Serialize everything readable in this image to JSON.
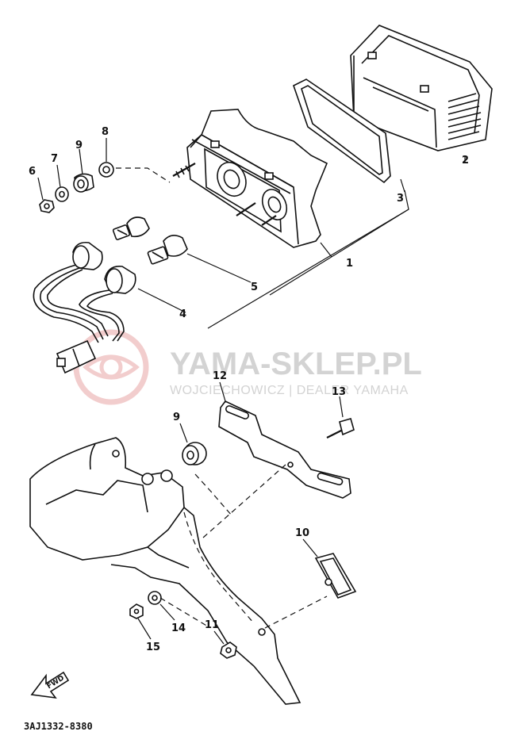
{
  "watermark": {
    "title": "YAMA-SKLEP.PL",
    "subtitle": "WOJCIECHOWICZ | DEALER YAMAHA"
  },
  "diagram_code": "3AJ1332-8380",
  "forward_label": "FWD",
  "callouts": {
    "p1": "1",
    "p2": "2",
    "p3": "3",
    "p4": "4",
    "p5": "5",
    "p6": "6",
    "p7": "7",
    "p8": "8",
    "p9a": "9",
    "p9b": "9",
    "p10": "10",
    "p11": "11",
    "p12": "12",
    "p13": "13",
    "p14": "14",
    "p15": "15"
  },
  "colors": {
    "line": "#111111",
    "watermark": "#d3d3d3",
    "watermark_logo": "#e9a6a6"
  }
}
